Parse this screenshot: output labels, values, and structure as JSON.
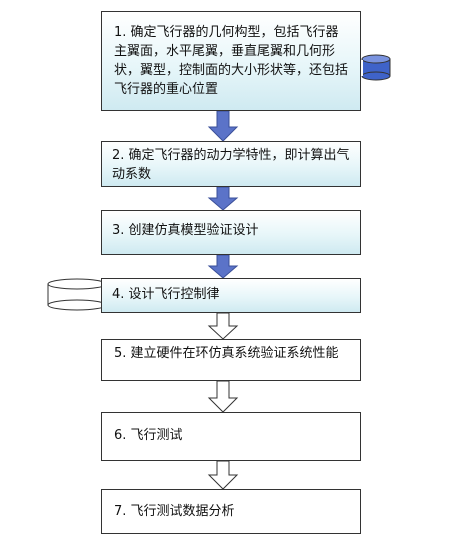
{
  "steps": [
    {
      "label": "1. 确定飞行器的几何构型，包括飞行器主翼面，水平尾翼，垂直尾翼和几何形状，翼型，控制面的大小形状等，还包括飞行器的重心位置"
    },
    {
      "label": "2. 确定飞行器的动力学特性，即计算出气动系数"
    },
    {
      "label": "3. 创建仿真模型验证设计"
    },
    {
      "label": "4. 设计飞行控制律"
    },
    {
      "label": "5. 建立硬件在环仿真系统验证系统性能"
    },
    {
      "label": "6. 飞行测试"
    },
    {
      "label": "7. 飞行测试数据分析"
    }
  ],
  "colors": {
    "stage_fill": "#dff3f7",
    "arrow_fill_solid": "#5b73c8",
    "arrow_fill_hollow": "#ffffff",
    "border": "#333333",
    "cylinder_fill": "#3f63c9"
  }
}
